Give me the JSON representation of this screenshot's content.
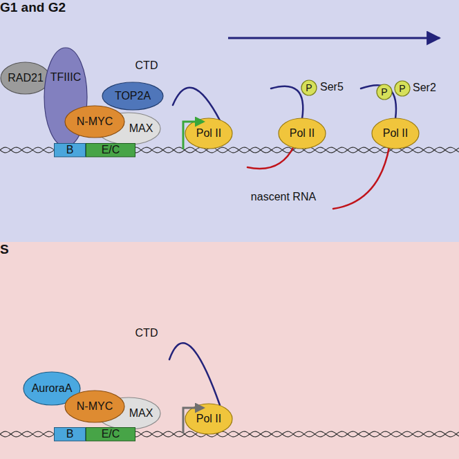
{
  "diagram": {
    "nodes": [
      {
        "text": [
          "G1 and G2"
        ]
      },
      {
        "text": [
          "RAD21"
        ],
        "in": 0
      },
      {
        "text": [
          "TFIIIC"
        ],
        "in": 0
      },
      {
        "text": [
          "TOP2A"
        ],
        "in": 0
      },
      {
        "text": [
          "MAX"
        ],
        "in": 0
      },
      {
        "text": [
          "N-MYC"
        ],
        "in": 0
      },
      {
        "text": [
          "B"
        ],
        "in": 0
      },
      {
        "text": [
          "E/C"
        ],
        "in": 0
      },
      {
        "text": [
          "Pol II"
        ],
        "in": 0
      },
      {
        "text": [
          "Pol II"
        ],
        "in": 0
      },
      {
        "text": [
          "P"
        ],
        "in": 0
      },
      {
        "text": [
          "Pol II"
        ],
        "in": 0
      },
      {
        "text": [
          "P"
        ],
        "in": 0
      },
      {
        "text": [
          "P"
        ],
        "in": 0
      },
      {
        "text": [
          "S"
        ]
      },
      {
        "text": [
          "AuroraA"
        ],
        "in": 14
      },
      {
        "text": [
          "MAX"
        ],
        "in": 14
      },
      {
        "text": [
          "N-MYC"
        ],
        "in": 14
      },
      {
        "text": [
          "B"
        ],
        "in": 14
      },
      {
        "text": [
          "E/C"
        ],
        "in": 14
      },
      {
        "text": [
          "Pol II"
        ],
        "in": 14
      }
    ],
    "labels": [
      "CTD",
      "Ser5",
      "Ser2",
      "nascent RNA",
      "CTD"
    ]
  }
}
